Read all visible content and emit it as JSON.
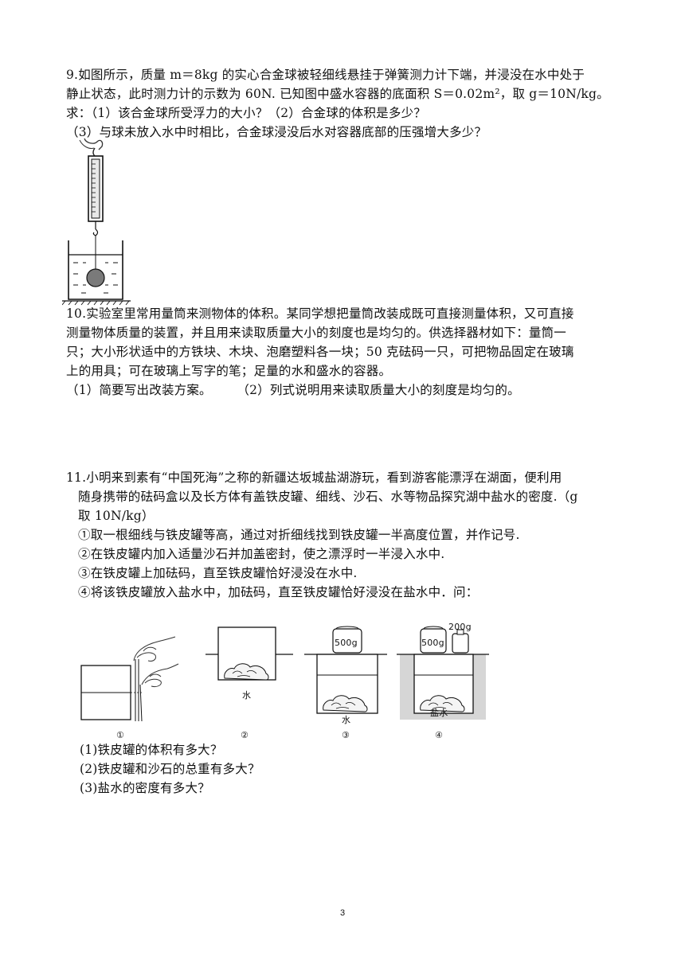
{
  "q9": {
    "line1": "9.如图所示，质量 m＝8kg 的实心合金球被轻细线悬挂于弹簧测力计下端，并浸没在水中处于",
    "line2": "静止状态，此时测力计的示数为 60N. 已知图中盛水容器的底面积 S＝0.02m²，取 g＝10N/kg。",
    "line3": "求：（1）该合金球所受浮力的大小？（2）合金球的体积是多少？",
    "line4": "（3）与球未放入水中时相比，合金球浸没后水对容器底部的压强增大多少？"
  },
  "q10": {
    "line1": "10.实验室里常用量筒来测物体的体积。某同学想把量筒改装成既可直接测量体积，又可直接",
    "line2": "测量物体质量的装置，并且用来读取质量大小的刻度也是均匀的。供选择器材如下：量筒一",
    "line3": "只；大小形状适中的方铁块、木块、泡磨塑料各一块；50 克砝码一只，可把物品固定在玻璃",
    "line4": "上的用具；可在玻璃上写字的笔；足量的水和盛水的容器。",
    "line5": "（1）简要写出改装方案。　　　（2）列式说明用来读取质量大小的刻度是均匀的。"
  },
  "q11": {
    "line1": "11.小明来到素有“中国死海”之称的新疆达坂城盐湖游玩，看到游客能漂浮在湖面，便利用",
    "line2": "随身携带的砝码盒以及长方体有盖铁皮罐、细线、沙石、水等物品探究湖中盐水的密度.（g",
    "line3": "取 10N/kg）",
    "step1": "①取一根细线与铁皮罐等高，通过对折细线找到铁皮罐一半高度位置，并作记号.",
    "step2": "②在铁皮罐内加入适量沙石并加盖密封，使之漂浮时一半浸入水中.",
    "step3": "③在铁皮罐上加砝码，直至铁皮罐恰好浸没在水中.",
    "step4": "④将该铁皮罐放入盐水中，加砝码，直至铁皮罐恰好浸没在盐水中．问：",
    "sub1": "(1)铁皮罐的体积有多大？",
    "sub2": "(2)铁皮罐和沙石的总重有多大？",
    "sub3": "(3)盐水的密度有多大？",
    "fig": {
      "water2": "水",
      "water3": "水",
      "saltwater4": "盐水",
      "weight500a": "500g",
      "weight500b": "500g",
      "weight200": "200g",
      "cap1": "①",
      "cap2": "②",
      "cap3": "③",
      "cap4": "④"
    }
  },
  "page_number": "3"
}
